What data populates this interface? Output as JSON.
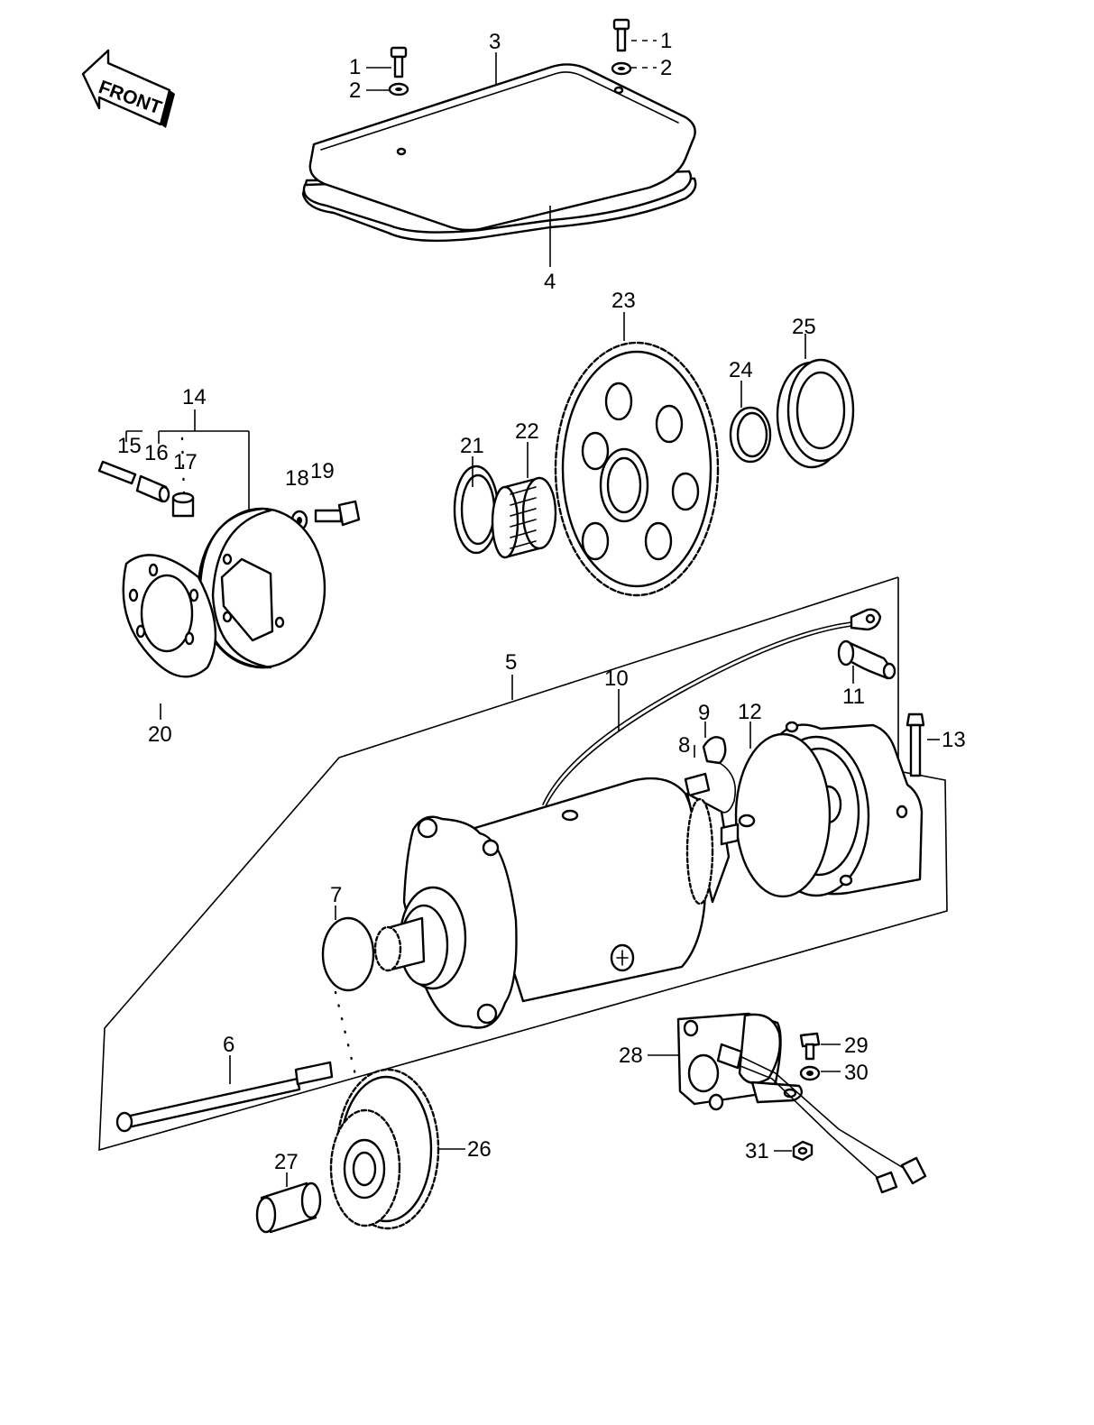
{
  "front_label": "FRONT",
  "callouts": {
    "c1": "1",
    "c2": "2",
    "c3": "3",
    "c4": "4",
    "c5": "5",
    "c6": "6",
    "c7": "7",
    "c8": "8",
    "c9": "9",
    "c10": "10",
    "c11": "11",
    "c12": "12",
    "c13": "13",
    "c14": "14",
    "c15": "15",
    "c16": "16",
    "c17": "17",
    "c18": "18",
    "c19": "19",
    "c20": "20",
    "c21": "21",
    "c22": "22",
    "c23": "23",
    "c24": "24",
    "c25": "25",
    "c26": "26",
    "c27": "27",
    "c28": "28",
    "c29": "29",
    "c30": "30",
    "c31": "31",
    "c1r": "1",
    "c2r": "2"
  }
}
